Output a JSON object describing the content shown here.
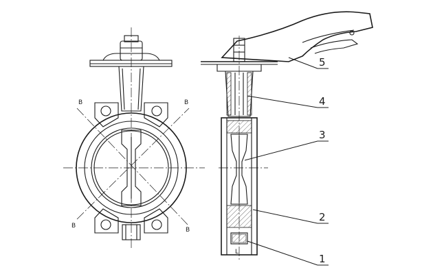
{
  "callouts": [
    {
      "label": "5"
    },
    {
      "label": "4"
    },
    {
      "label": "3"
    },
    {
      "label": "2"
    },
    {
      "label": "1"
    }
  ],
  "section_marks": {
    "top_left": "B",
    "top_right": "B",
    "bottom_left": "B",
    "bottom_right": "B"
  },
  "face_mark": "L"
}
